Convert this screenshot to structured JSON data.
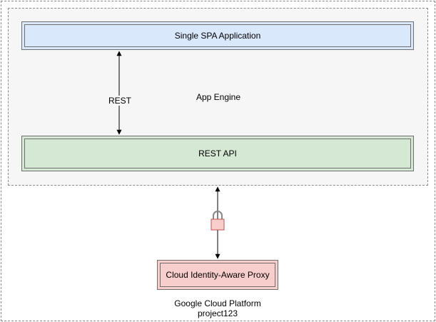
{
  "nodes": {
    "spa": {
      "label": "Single SPA Application",
      "fill": "#dae8fc"
    },
    "rest_api": {
      "label": "REST API",
      "fill": "#d5e8d4"
    },
    "proxy": {
      "label": "Cloud Identity-Aware Proxy",
      "fill": "#f8cecc"
    }
  },
  "containers": {
    "app_engine": {
      "label": "App Engine"
    },
    "gcp": {
      "line1": "Google Cloud Platform",
      "line2": "project123"
    }
  },
  "edges": {
    "spa_api": {
      "label": "REST"
    },
    "api_proxy": {
      "icon": "lock-icon"
    }
  }
}
